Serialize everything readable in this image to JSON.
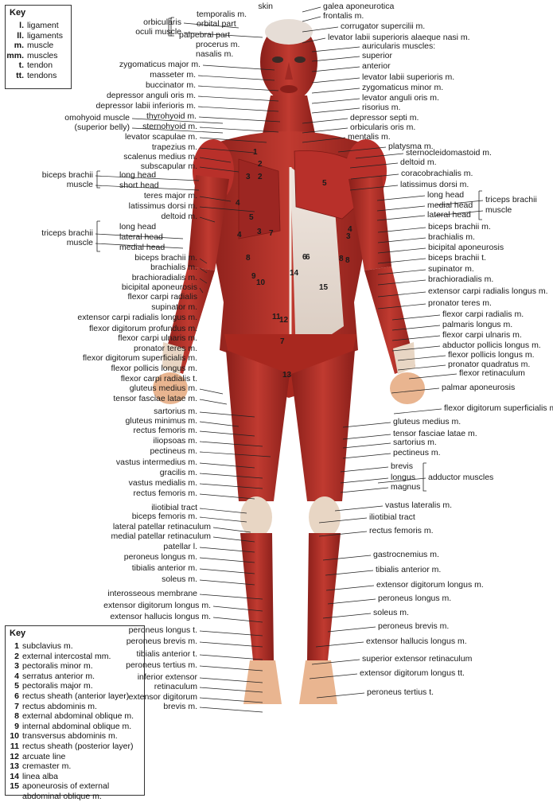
{
  "key_top": {
    "title": "Key",
    "rows": [
      {
        "abbr": "l.",
        "text": "ligament"
      },
      {
        "abbr": "ll.",
        "text": "ligaments"
      },
      {
        "abbr": "m.",
        "text": "muscle"
      },
      {
        "abbr": "mm.",
        "text": "muscles"
      },
      {
        "abbr": "t.",
        "text": "tendon"
      },
      {
        "abbr": "tt.",
        "text": "tendons"
      }
    ]
  },
  "key_bottom": {
    "title": "Key",
    "rows": [
      {
        "abbr": "1",
        "text": "subclavius m."
      },
      {
        "abbr": "2",
        "text": "external intercostal mm."
      },
      {
        "abbr": "3",
        "text": "pectoralis minor m."
      },
      {
        "abbr": "4",
        "text": "serratus anterior m."
      },
      {
        "abbr": "5",
        "text": "pectoralis major m."
      },
      {
        "abbr": "6",
        "text": "rectus sheath (anterior layer)"
      },
      {
        "abbr": "7",
        "text": "rectus abdominis m."
      },
      {
        "abbr": "8",
        "text": "external abdominal oblique m."
      },
      {
        "abbr": "9",
        "text": "internal abdominal oblique m."
      },
      {
        "abbr": "10",
        "text": "transversus abdominis m."
      },
      {
        "abbr": "11",
        "text": "rectus sheath (posterior layer)"
      },
      {
        "abbr": "12",
        "text": "arcuate line"
      },
      {
        "abbr": "13",
        "text": "cremaster m."
      },
      {
        "abbr": "14",
        "text": "linea alba"
      },
      {
        "abbr": "15",
        "text": "aponeurosis of external abdominal oblique m."
      }
    ]
  },
  "labels_left": [
    "orbicularis",
    "oculi muscle",
    "temporalis m.",
    "orbital part",
    "palpebral part",
    "procerus m.",
    "nasalis m.",
    "zygomaticus major m.",
    "masseter m.",
    "buccinator m.",
    "depressor anguli oris m.",
    "depressor labii inferioris m.",
    "thyrohyoid m.",
    "omohyoid muscle",
    "(superior belly)",
    "sternohyoid m.",
    "levator scapulae m.",
    "trapezius m.",
    "scalenus medius m.",
    "subscapular m.",
    "biceps brachii",
    "muscle",
    "long head",
    "short head",
    "teres major m.",
    "latissimus dorsi m.",
    "deltoid m.",
    "triceps brachii",
    "muscle",
    "long head",
    "lateral head",
    "medial head",
    "biceps brachii m.",
    "brachialis m.",
    "brachioradialis m.",
    "bicipital aponeurosis",
    "flexor carpi radialis",
    "supinator m.",
    "extensor carpi radialis longus m.",
    "flexor digitorum profundus m.",
    "flexor carpi ulnaris m.",
    "pronator teres m.",
    "flexor digitorum superficialis m.",
    "flexor pollicis longus m.",
    "flexor carpi radialis t.",
    "gluteus medius m.",
    "tensor fasciae latae m.",
    "sartorius m.",
    "gluteus minimus m.",
    "rectus femoris m.",
    "iliopsoas m.",
    "pectineus m.",
    "vastus intermedius m.",
    "gracilis m.",
    "vastus medialis m.",
    "rectus femoris m.",
    "iliotibial tract",
    "biceps femoris m.",
    "lateral patellar retinaculum",
    "medial patellar retinaculum",
    "patellar l.",
    "peroneus longus m.",
    "tibialis anterior m.",
    "soleus m.",
    "interosseous membrane",
    "extensor digitorum longus m.",
    "extensor hallucis longus m.",
    "peroneus longus t.",
    "peroneus brevis m.",
    "tibialis anterior t.",
    "peroneus tertius m.",
    "inferior extensor",
    "retinaculum",
    "extensor digitorum",
    "brevis m."
  ],
  "labels_right": [
    "skin",
    "galea aponeurotica",
    "frontalis m.",
    "corrugator supercilii m.",
    "levator labii superioris alaeque nasi m.",
    "auricularis muscles:",
    "superior",
    "anterior",
    "levator labii superioris m.",
    "zygomaticus minor m.",
    "levator anguli oris m.",
    "risorius m.",
    "depressor septi m.",
    "orbicularis oris m.",
    "mentalis m.",
    "platysma m.",
    "sternocleidomastoid m.",
    "deltoid m.",
    "coracobrachialis m.",
    "latissimus dorsi m.",
    "long head",
    "medial head",
    "lateral head",
    "triceps brachii",
    "muscle",
    "biceps brachii m.",
    "brachialis m.",
    "bicipital aponeurosis",
    "biceps brachii t.",
    "supinator m.",
    "brachioradialis m.",
    "extensor carpi radialis longus m.",
    "pronator teres m.",
    "flexor carpi radialis m.",
    "palmaris longus m.",
    "flexor carpi ulnaris m.",
    "abductor pollicis longus m.",
    "flexor pollicis longus m.",
    "pronator quadratus m.",
    "flexor retinaculum",
    "palmar aponeurosis",
    "flexor digitorum superficialis m.",
    "gluteus medius m.",
    "tensor fasciae latae m.",
    "sartorius m.",
    "pectineus m.",
    "brevis",
    "longus",
    "magnus",
    "adductor muscles",
    "vastus lateralis m.",
    "iliotibial tract",
    "rectus femoris m.",
    "gastrocnemius m.",
    "tibialis anterior m.",
    "extensor digitorum longus m.",
    "peroneus longus m.",
    "soleus m.",
    "peroneus brevis m.",
    "extensor hallucis longus m.",
    "superior extensor retinaculum",
    "extensor digitorum longus tt.",
    "peroneus tertius t."
  ],
  "figure_numbers": [
    "1",
    "2",
    "3",
    "2",
    "4",
    "5",
    "5",
    "4",
    "6",
    "7",
    "3",
    "8",
    "9",
    "10",
    "14",
    "6",
    "15",
    "8",
    "11",
    "12",
    "7",
    "13",
    "4",
    "3",
    "8"
  ],
  "colors": {
    "muscle": "#b8302a",
    "muscle_dark": "#7e1a16",
    "tendon": "#e8d6c4",
    "sheath": "#e6ddd6",
    "skin": "#e9b590"
  }
}
